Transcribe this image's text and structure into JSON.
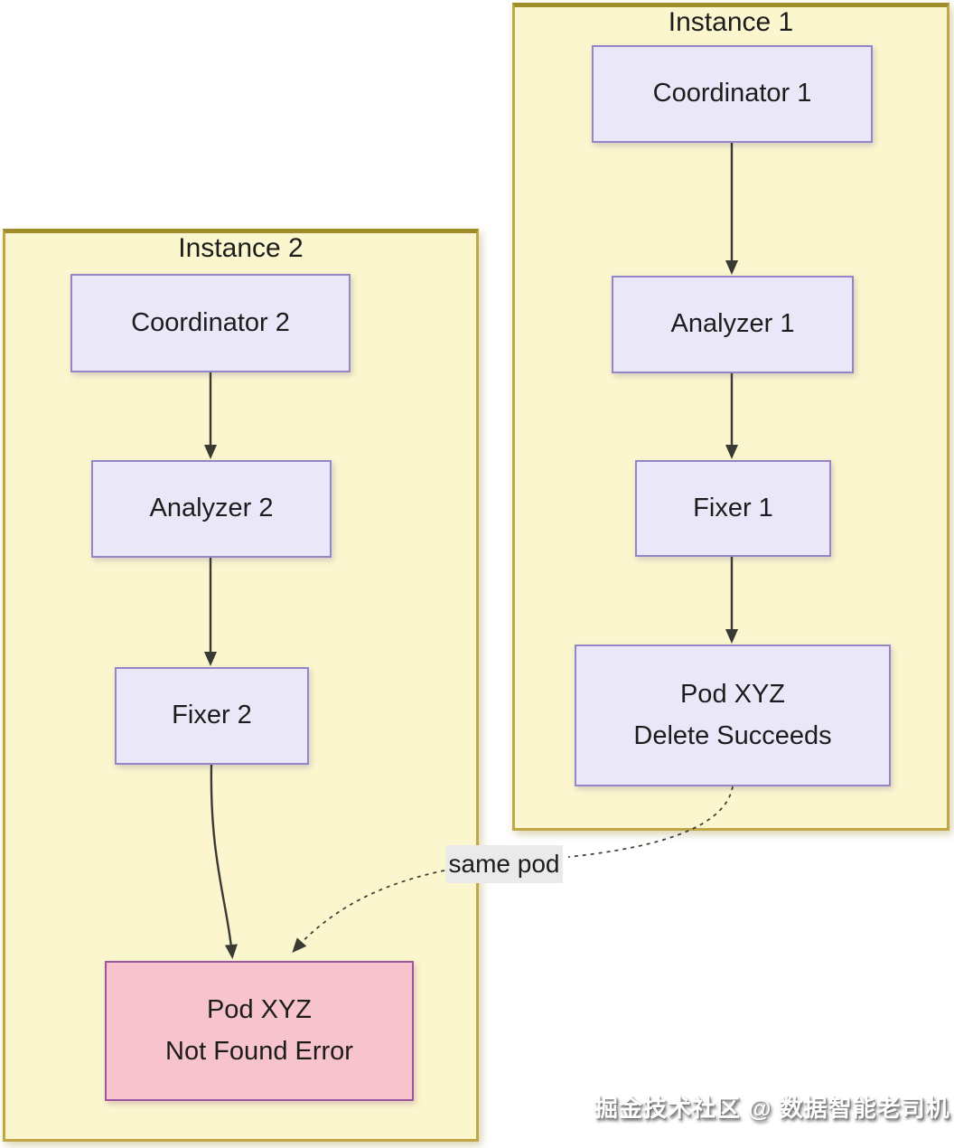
{
  "instance1": {
    "title": "Instance 1",
    "coordinator": "Coordinator 1",
    "analyzer": "Analyzer 1",
    "fixer": "Fixer 1",
    "pod": {
      "line1": "Pod XYZ",
      "line2": "Delete Succeeds"
    }
  },
  "instance2": {
    "title": "Instance 2",
    "coordinator": "Coordinator 2",
    "analyzer": "Analyzer 2",
    "fixer": "Fixer 2",
    "pod": {
      "line1": "Pod XYZ",
      "line2": "Not Found Error"
    }
  },
  "edge_label": "same pod",
  "watermark": "掘金技术社区 @ 数据智能老司机",
  "colors": {
    "container_fill": "#fbf6ce",
    "container_border": "#c0a945",
    "container_border_top": "#9e8d28",
    "node_fill": "#eae8f8",
    "node_border": "#9486c6",
    "error_fill": "#f7c3cc",
    "error_border": "#9c56a0",
    "arrow": "#3a3a35",
    "edge_label_bg": "#eaeaea",
    "text": "#1c1c1c"
  }
}
